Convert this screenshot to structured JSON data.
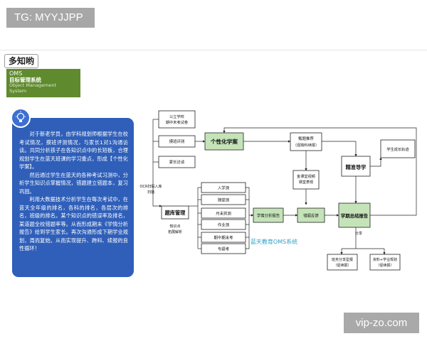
{
  "tag": "TG: MYYJJPP",
  "logo": "多知哟",
  "oms": {
    "line1": "OMS",
    "line2": "目标管理系统",
    "line3": "Object Management",
    "line4": "System"
  },
  "panel": {
    "p1": "对于新老学员，由学科规划师根据学生在校考试情况，摸班评测情况，与家长1对1沟通访谈。共同分析孩子在各知识点中的长短板，合理规划学生在蓝天班课的学习重点，形成【个性化学案】。",
    "p2": "然后通过学生在蓝天的各种考试习测中，分析学生知识点掌握情况，错题建立错题本，复习巩固。",
    "p3": "利用大数据技术分析学生在每次考试中，在蓝天全年级的排名，各科的排名，各层次的排名，班级的排名。某个知识点的错误率及排名，某道题全校错题率等。从而形成期末《学情分析报告》给到学生家长。再次沟通形成下期学业规划，周而复始。从而实现提升、跨科、续报的良性循环！"
  },
  "diagram": {
    "public_exam": "公立学校期中末考试卷",
    "placement": "摸班评测",
    "parent_talk": "家长访谈",
    "personal_plan": "个性化学案",
    "recommend": "甄题推荐（促跨科续报）",
    "precise": "精准导学",
    "growth_track": "学生成长轨迹",
    "lecture": "金课堂视频课堂表现",
    "ocr": "OCR扫码入库",
    "ocr2": "扫描",
    "bank": "题库管理",
    "kp": "知识点拓展解析",
    "t1": "入学测",
    "t2": "随堂测",
    "t3": "月末抓测",
    "t4": "作业测",
    "t5": "期中期末考",
    "t6": "专题考",
    "analysis": "学情分析报告",
    "feedback": "错题反馈",
    "summary": "学期总结报告",
    "share": "分享",
    "report_a": "班务分享型报告（促续报）",
    "report_b": "资料+学业规划（促续报）",
    "system_label": "蓝天教育OMS系统"
  },
  "watermark": "vip-zo.com"
}
